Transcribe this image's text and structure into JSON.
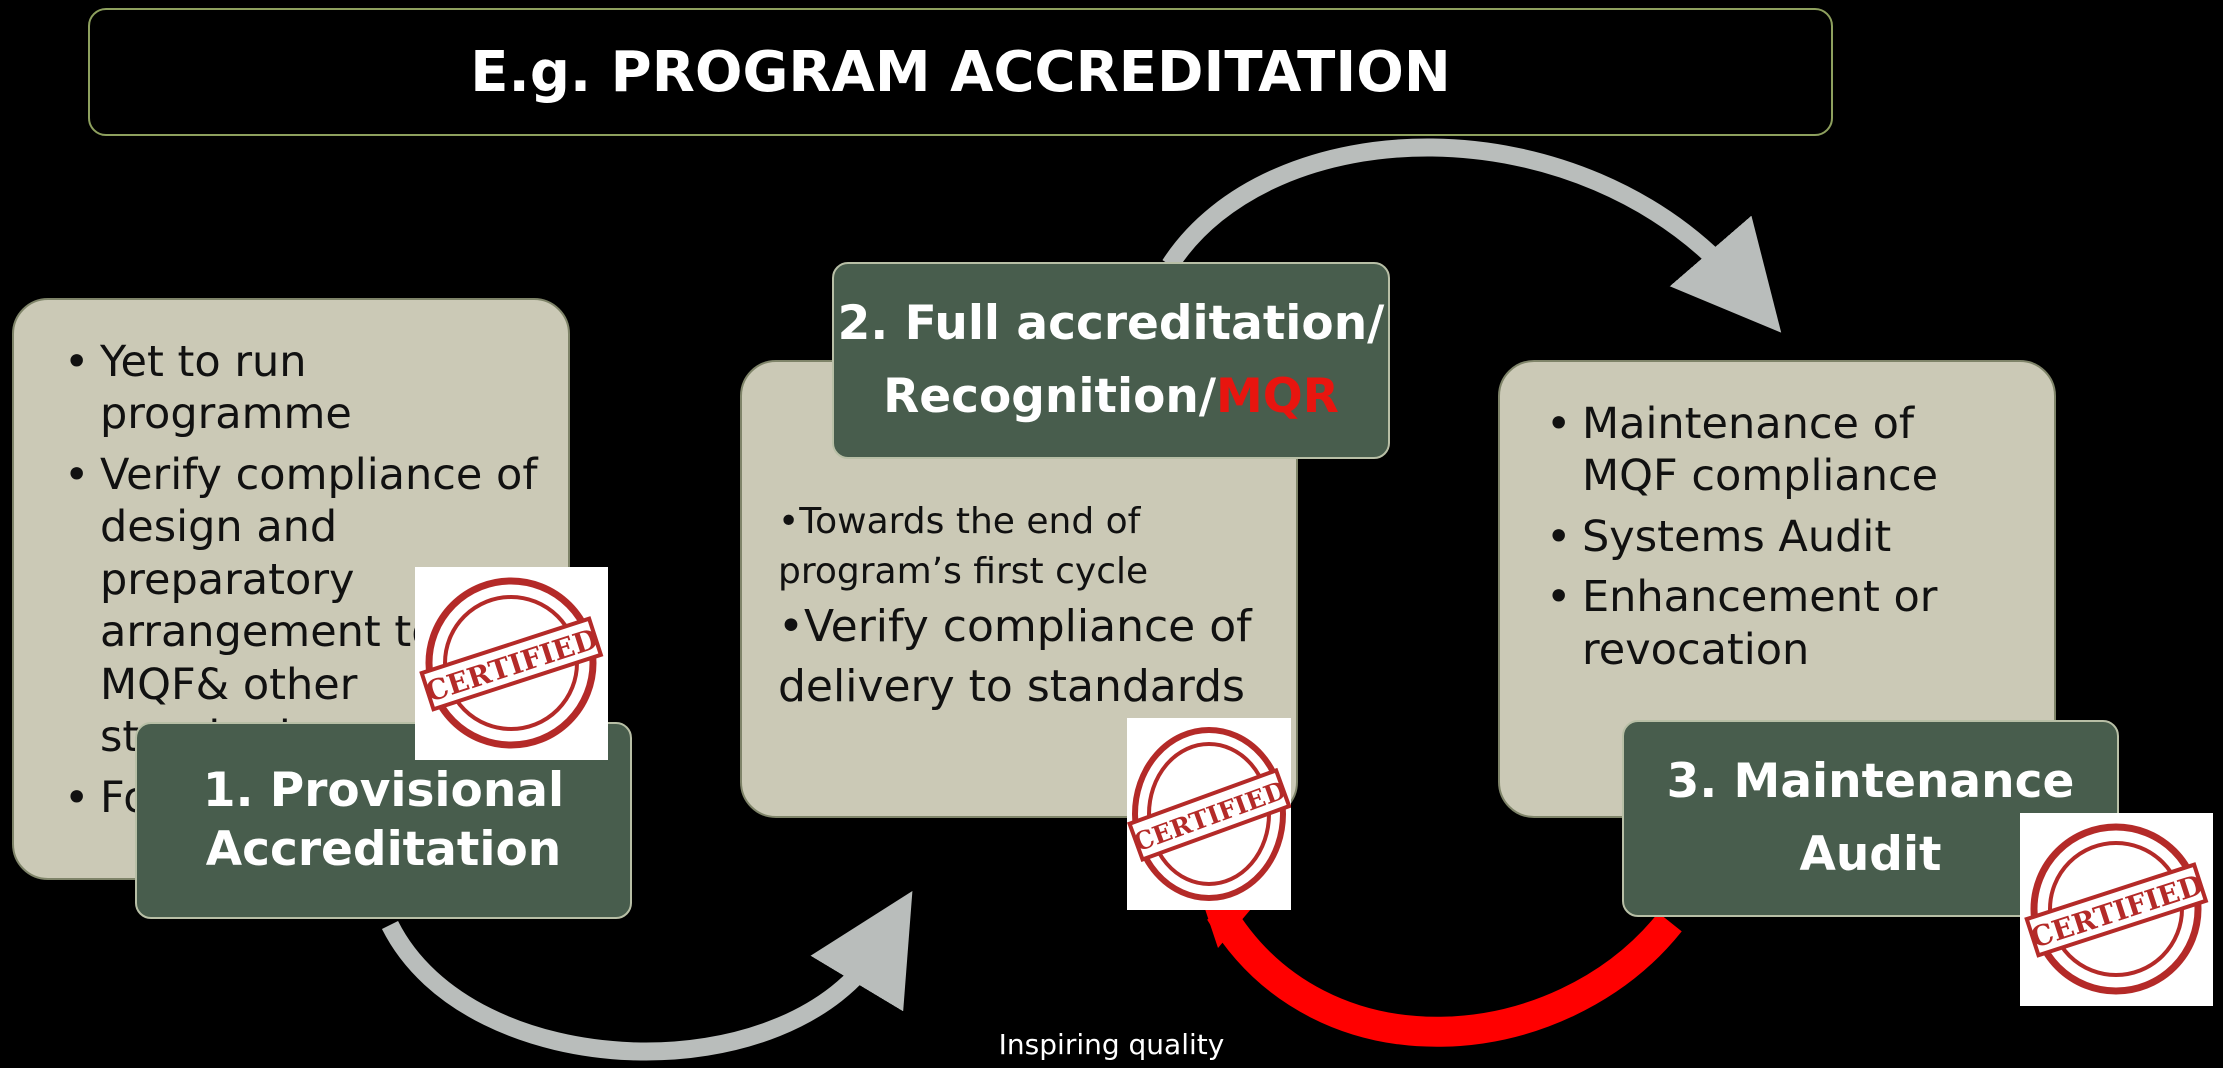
{
  "title": "E.g. PROGRAM ACCREDITATION",
  "stage1": {
    "label_line1": "1. Provisional",
    "label_line2": "Accreditation",
    "bullets": [
      "Yet to run programme",
      "Verify compliance of design and preparatory arrangement to MQF& other standards",
      "For approval"
    ]
  },
  "stage2": {
    "label_line1": "2. Full accreditation/",
    "label_line2_prefix": "Recognition/",
    "label_line2_highlight": "MQR",
    "line1": "•Towards the end of",
    "line2": "program’s first cycle",
    "line3": "•Verify compliance of",
    "line4": "delivery to standards"
  },
  "stage3": {
    "label_line1": "3. Maintenance",
    "label_line2": "Audit",
    "bullets": [
      "Maintenance of MQF compliance",
      "Systems Audit",
      "Enhancement or revocation"
    ]
  },
  "stamp_text": "CERTIFIED",
  "footer": "Inspiring quality",
  "colors": {
    "background": "#000000",
    "card": "#cbc9b6",
    "label": "#485d4d",
    "arrow_gray": "#b9bdbb",
    "arrow_red": "#ff0000",
    "stamp_red": "#b42a28"
  }
}
